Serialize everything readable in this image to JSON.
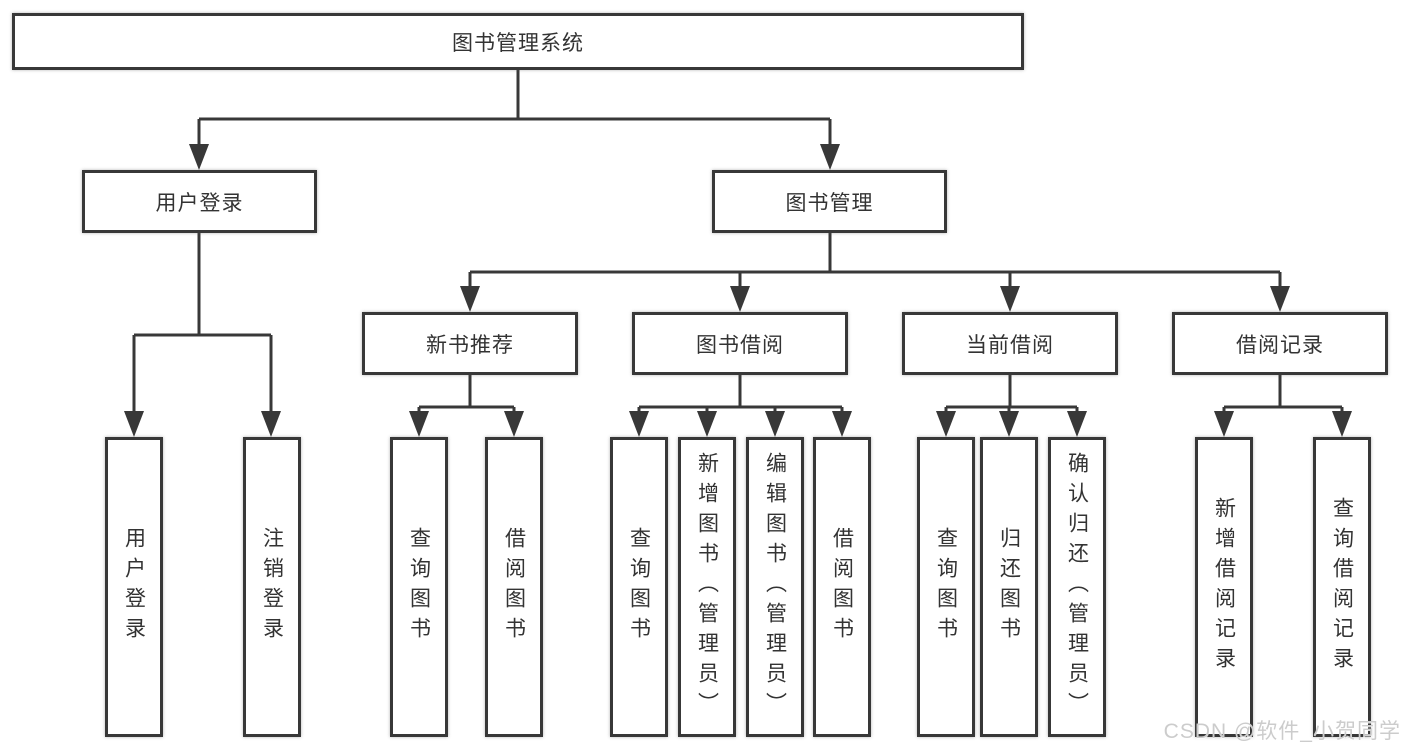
{
  "nodes": {
    "root": "图书管理系统",
    "level2": [
      "用户登录",
      "图书管理"
    ],
    "level3": [
      "新书推荐",
      "图书借阅",
      "当前借阅",
      "借阅记录"
    ],
    "leaves": [
      "用户登录",
      "注销登录",
      "查询图书",
      "借阅图书",
      "查询图书",
      "新增图书（管理员）",
      "编辑图书（管理员）",
      "借阅图书",
      "查询图书",
      "归还图书",
      "确认归还（管理员）",
      "新增借阅记录",
      "查询借阅记录"
    ]
  },
  "watermark": "CSDN @软件_小贺同学",
  "colors": {
    "line": "#383838",
    "text": "#333333",
    "box_background": "#ffffff",
    "watermark": "#cccccc"
  }
}
